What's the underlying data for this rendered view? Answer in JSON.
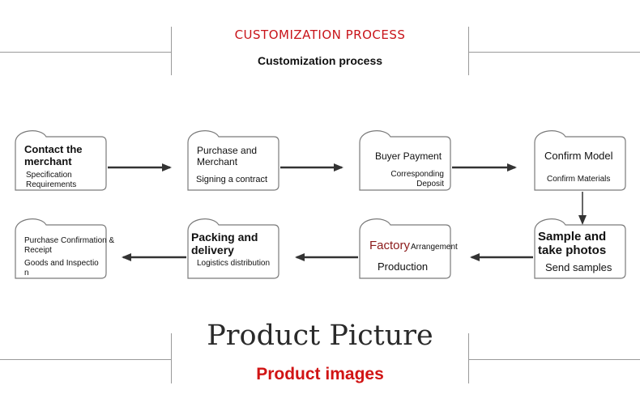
{
  "header": {
    "title_en": "CUSTOMIZATION PROCESS",
    "subtitle": "Customization process"
  },
  "steps": [
    {
      "title": "Contact the merchant",
      "detail": "Specification Requirements"
    },
    {
      "title": "Purchase and Merchant",
      "detail": "Signing a contract"
    },
    {
      "title": "Buyer Payment",
      "detail": "Corresponding Deposit"
    },
    {
      "title": "Confirm Model",
      "detail": "Confirm Materials"
    },
    {
      "title": "Sample and take photos",
      "detail": "Send samples"
    },
    {
      "title_a": "Factory",
      "title_b": "Arrangement",
      "detail": "Production"
    },
    {
      "title": "Packing and delivery",
      "detail": "Logistics distribution"
    },
    {
      "title": "Purchase Confirmation & Receipt",
      "detail": "Goods and Inspection"
    }
  ],
  "footer": {
    "title": "Product Picture",
    "subtitle": "Product images"
  }
}
